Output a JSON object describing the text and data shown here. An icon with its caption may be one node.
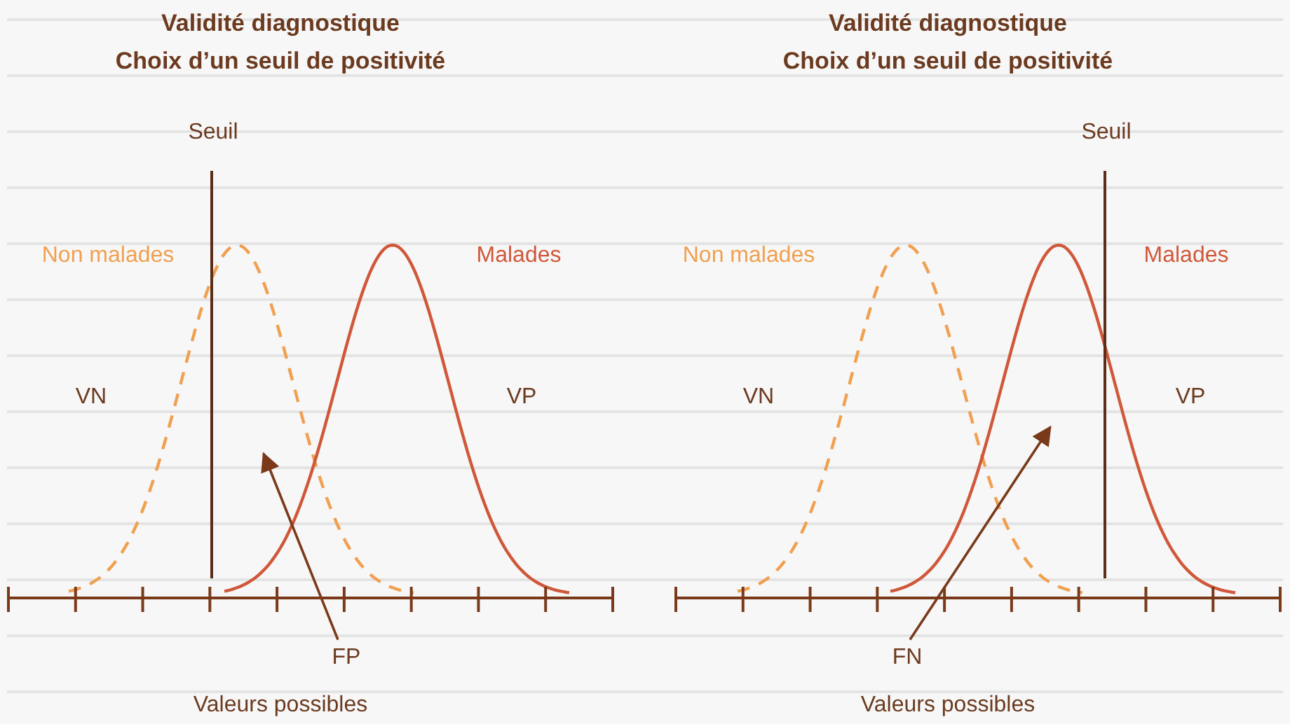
{
  "diagram": {
    "nodes": [
      {
        "text": [
          "FP"
        ]
      },
      {
        "text": [
          "FN"
        ]
      }
    ],
    "edges": [
      {
        "from": 0,
        "to": null,
        "arrow": "to"
      },
      {
        "from": 1,
        "to": null,
        "arrow": "to"
      }
    ],
    "labels": [
      "Validité diagnostique",
      "Choix d’un seuil de positivité",
      "Seuil",
      "Non malades",
      "Malades",
      "VN",
      "VP",
      "Valeurs possibles",
      "Validité diagnostique",
      "Choix d’un seuil de positivité",
      "Seuil",
      "Non malades",
      "Malades",
      "VN",
      "VP",
      "Valeurs possibles"
    ]
  }
}
